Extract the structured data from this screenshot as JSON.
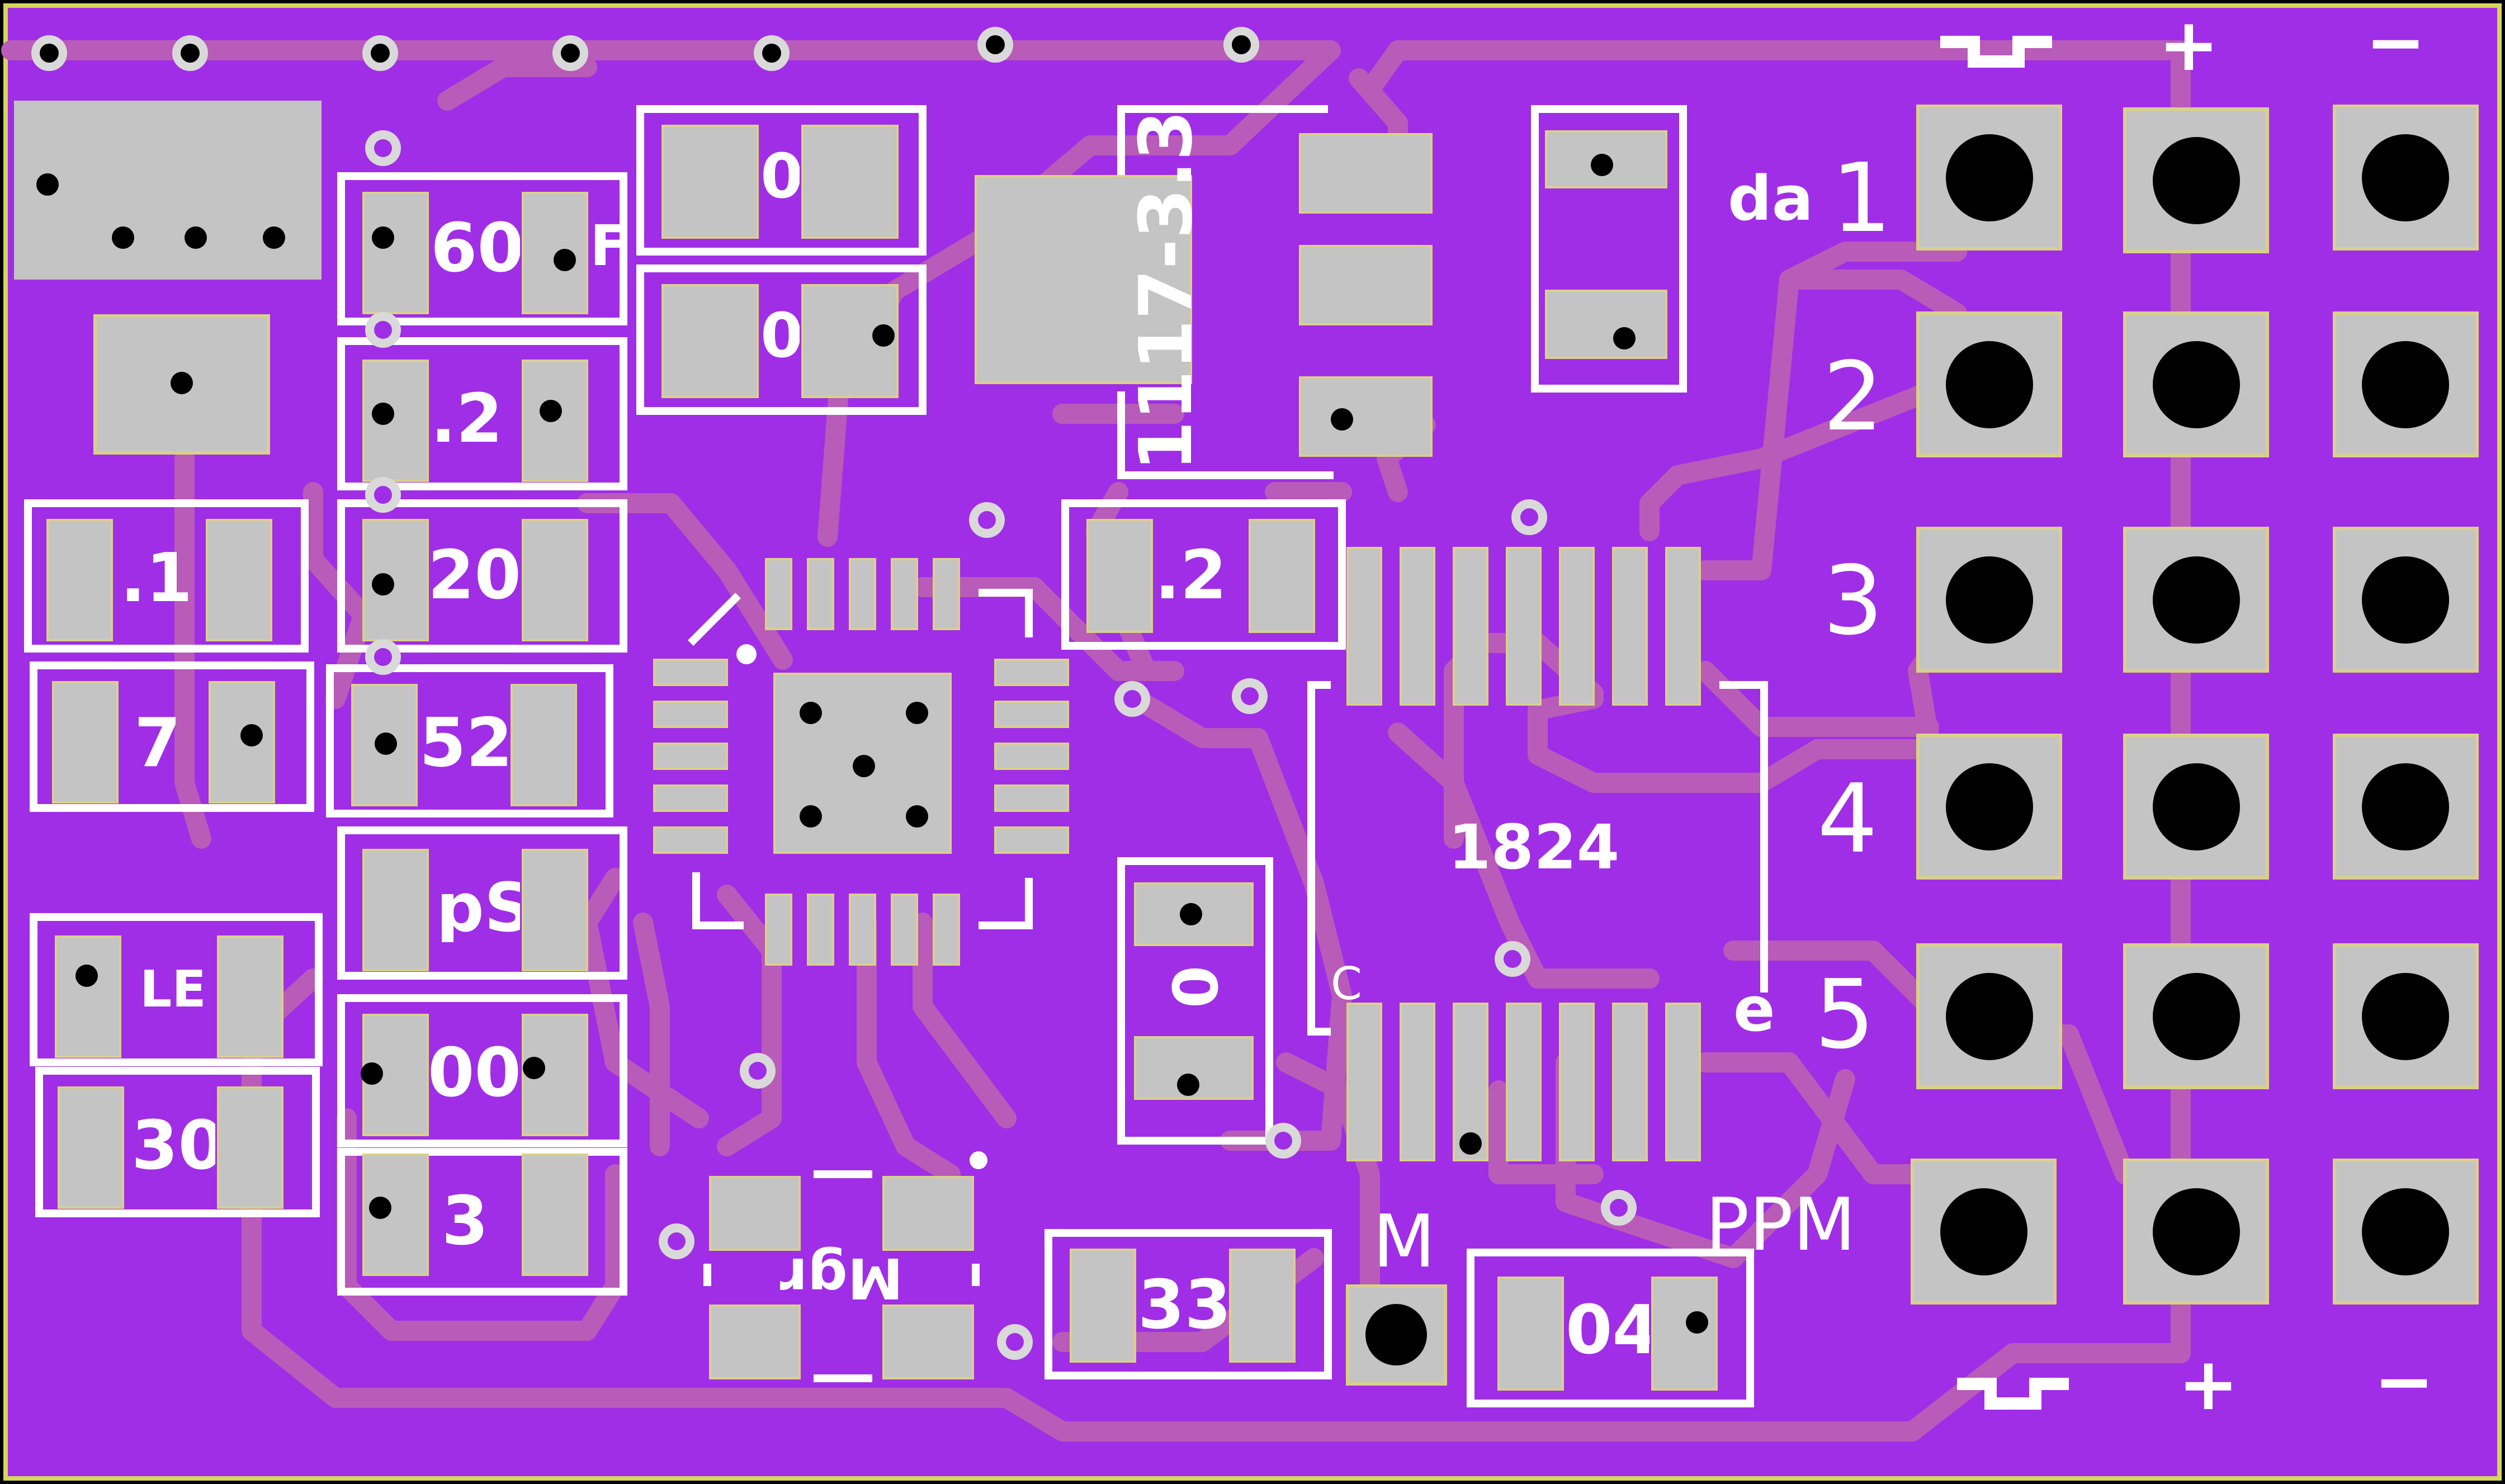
{
  "board": {
    "colors": {
      "substrate": "#a02ee6",
      "trace": "#b95bb9",
      "pad": "#c4c4c4",
      "pad_outline": "#d9d08a",
      "silkscreen": "#ffffff",
      "drill": "#000000",
      "edge": "#d6d65a"
    }
  },
  "labels": {
    "regulator": "1117-3.3",
    "chip": "1824",
    "ppm": "PPM",
    "m": "M",
    "da": "da",
    "channel_1": "1",
    "channel_2": "2",
    "channel_3": "3",
    "channel_4": "4",
    "channel_5": "5",
    "top_plus": "+",
    "top_minus": "−",
    "bottom_plus": "+",
    "bottom_minus": "−",
    "c_mark": "C",
    "e_mark": "e"
  },
  "component_fragments": {
    "c1": "60",
    "c1b": "F",
    "c2": ".2",
    "c3": "20",
    "c4": "52",
    "c5": "pS",
    "c6": "00",
    "c7": "3",
    "r1": ".1",
    "r2": "7",
    "r3": "LE",
    "r4": "30",
    "cap_right": ".2",
    "mid_res": "0",
    "bottom_cap": "33",
    "bottom_res": "04",
    "crystal": "Mgr",
    "diode": "0",
    "top_c": "0",
    "top_c2": "0"
  },
  "icons": {
    "pwm_symbol": "pwm-waveform-icon",
    "header_hole": "through-hole-icon"
  }
}
